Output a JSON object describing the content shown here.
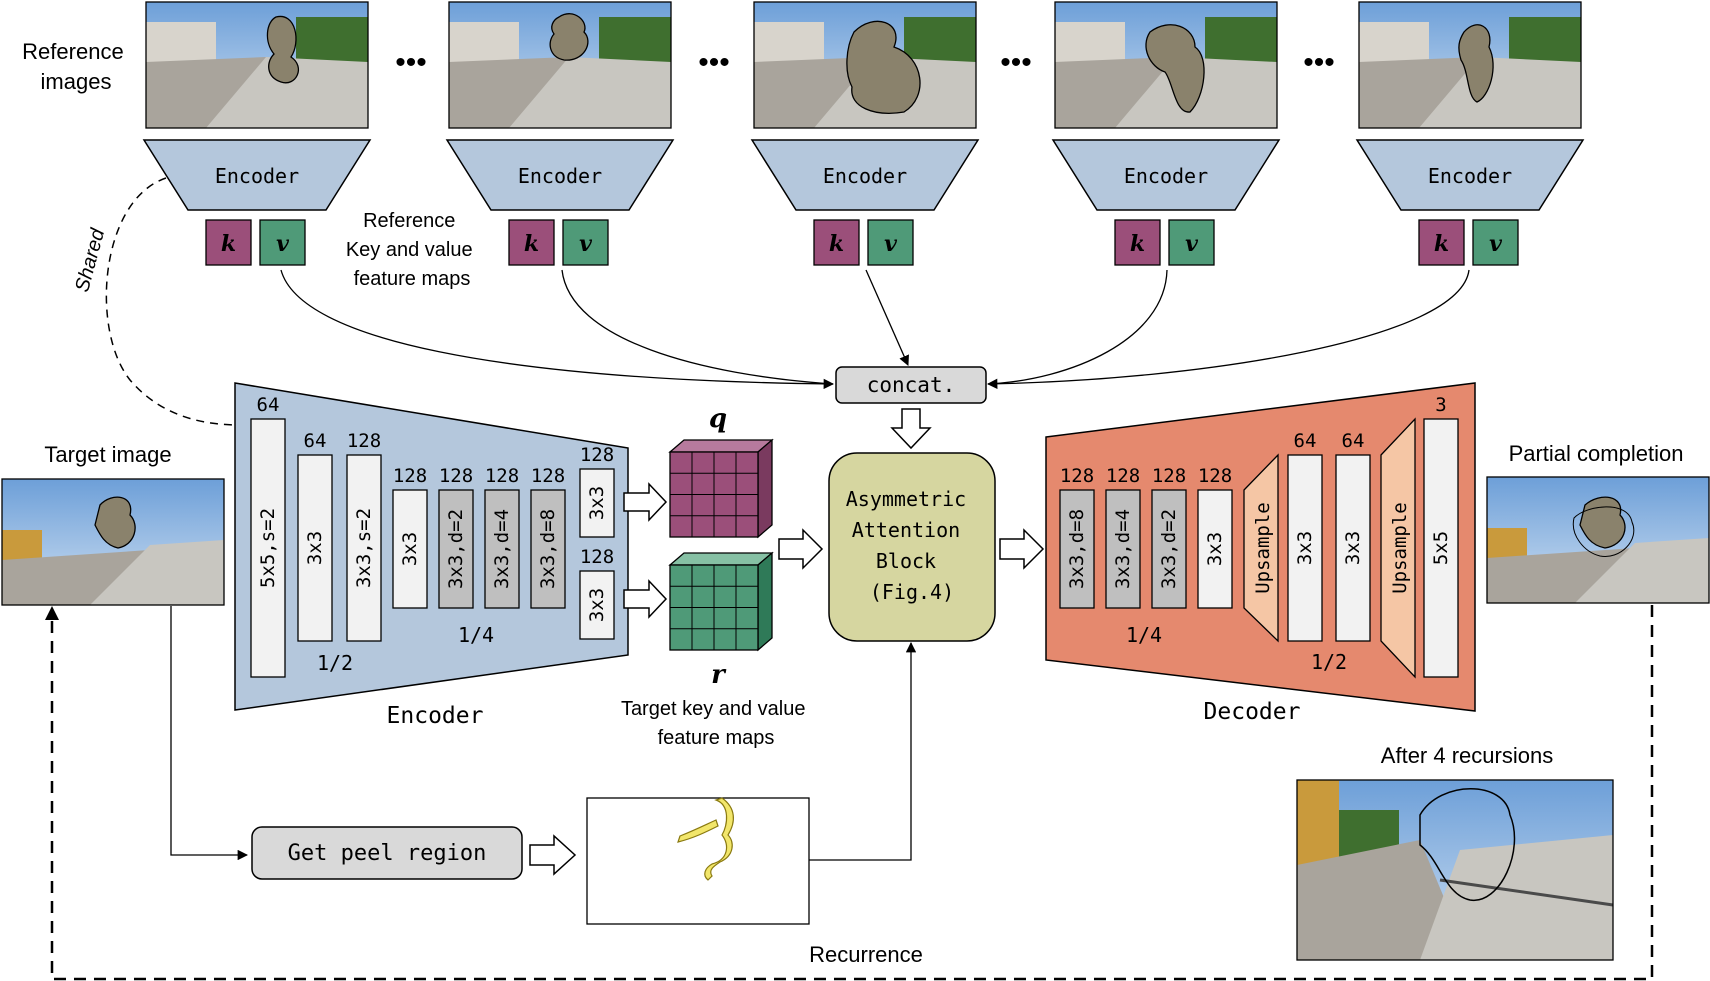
{
  "labels": {
    "reference_images": [
      "Reference",
      "images"
    ],
    "target_image": "Target image",
    "partial_completion": "Partial completion",
    "after_recursions": "After 4 recursions",
    "recurrence": "Recurrence",
    "shared": "Shared",
    "ref_kv": [
      "Reference",
      "Key and value",
      "feature maps"
    ],
    "target_kv": [
      "Target  key and value",
      "feature maps"
    ],
    "ellipsis": "•••"
  },
  "top_encoder_label": "Encoder",
  "k_label": "k",
  "v_label": "v",
  "q_label": "q",
  "r_label": "r",
  "concat_label": "concat.",
  "attention_block": [
    "Asymmetric",
    "Attention",
    "Block",
    "(Fig.4)"
  ],
  "peel_label": "Get peel region",
  "encoder": {
    "title": "Encoder",
    "layers": [
      {
        "ch": "64",
        "op": "5x5,s=2"
      },
      {
        "ch": "64",
        "op": "3x3"
      },
      {
        "ch": "128",
        "op": "3x3,s=2"
      },
      {
        "ch": "128",
        "op": "3x3"
      },
      {
        "ch": "128",
        "op": "3x3,d=2"
      },
      {
        "ch": "128",
        "op": "3x3,d=4"
      },
      {
        "ch": "128",
        "op": "3x3,d=8"
      },
      {
        "ch": "128",
        "op": "3x3"
      },
      {
        "ch": "128",
        "op": "3x3"
      }
    ],
    "scale_half": "1/2",
    "scale_quarter": "1/4"
  },
  "decoder": {
    "title": "Decoder",
    "layers": [
      {
        "ch": "128",
        "op": "3x3,d=8"
      },
      {
        "ch": "128",
        "op": "3x3,d=4"
      },
      {
        "ch": "128",
        "op": "3x3,d=2"
      },
      {
        "ch": "128",
        "op": "3x3"
      },
      {
        "ch": "",
        "op": "Upsample"
      },
      {
        "ch": "64",
        "op": "3x3"
      },
      {
        "ch": "64",
        "op": "3x3"
      },
      {
        "ch": "",
        "op": "Upsample"
      },
      {
        "ch": "3",
        "op": "5x5"
      }
    ],
    "scale_quarter": "1/4",
    "scale_half": "1/2"
  },
  "colors": {
    "encoder_bg": "#b4c7dc",
    "decoder_bg": "#e5896e",
    "key": "#9b4f7a",
    "value": "#4f9a78",
    "attention": "#d6d6a0",
    "gray_layer": "#bfbfbf",
    "upsample": "#f5c6a5",
    "peel_yellow": "#f2e66b"
  }
}
